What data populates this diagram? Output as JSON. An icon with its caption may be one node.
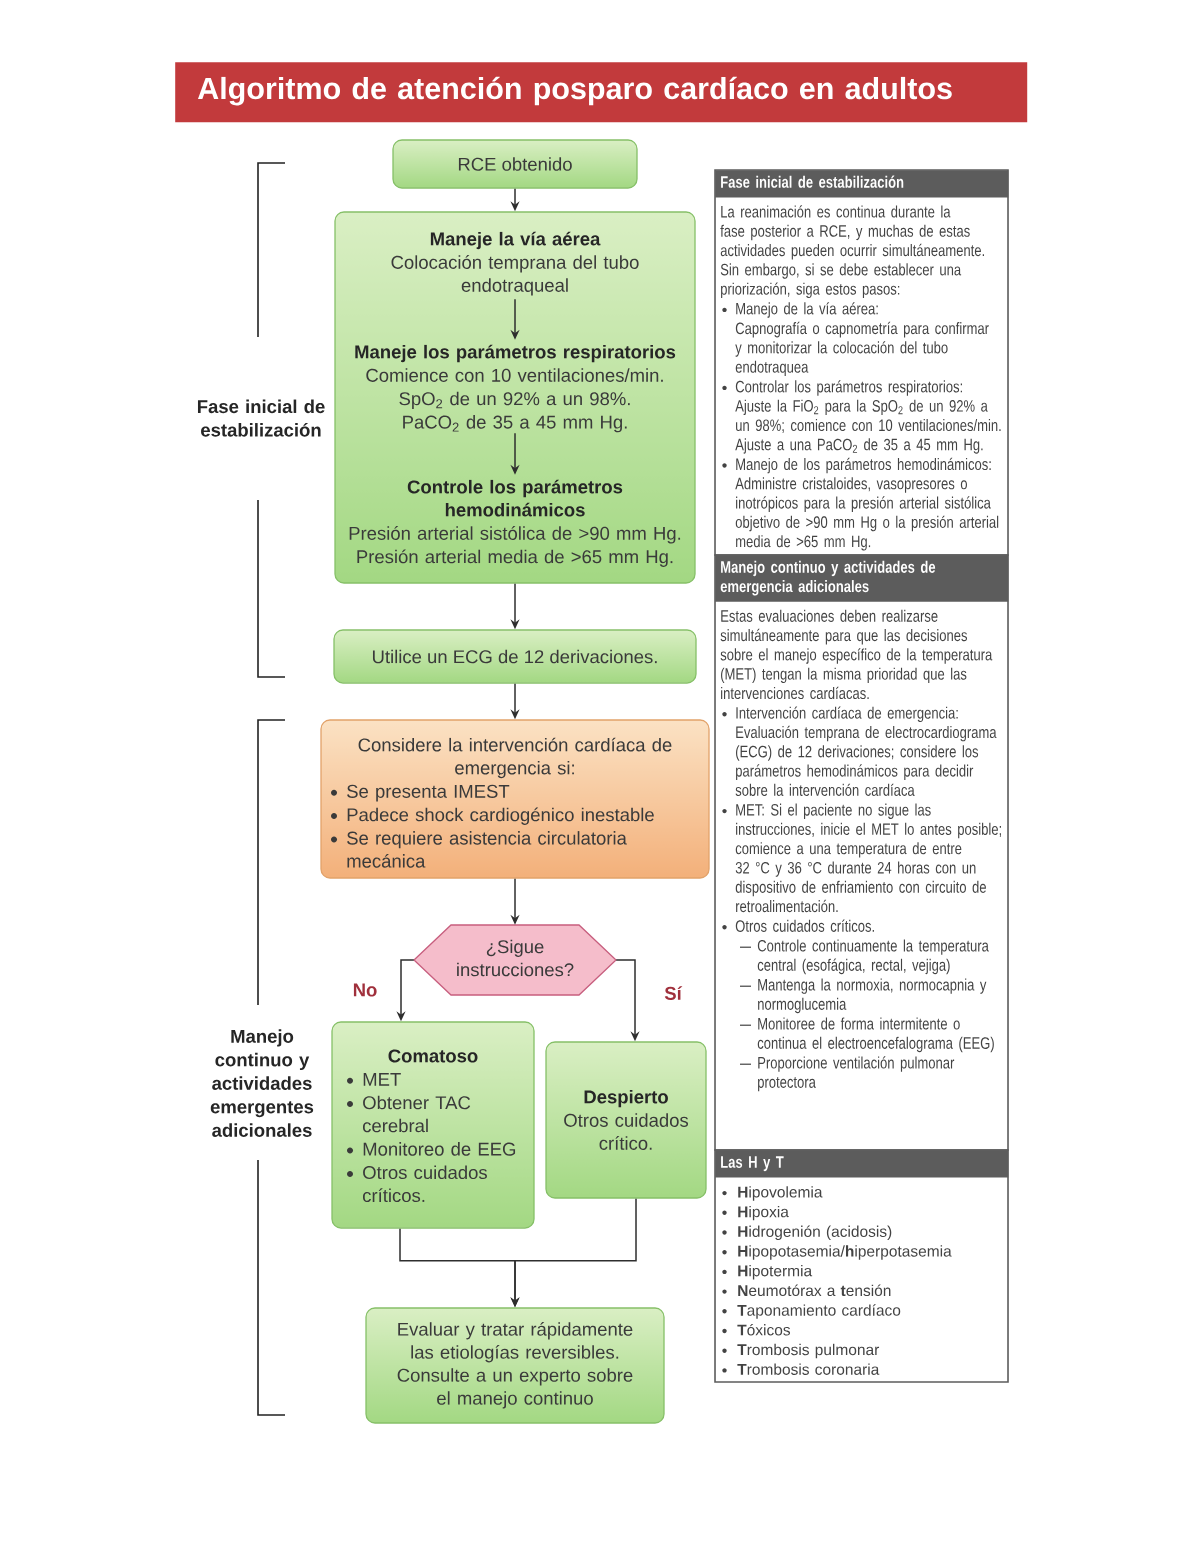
{
  "diagram": {
    "title": "Algoritmo de atención posparo cardíaco en adultos",
    "nodes": [
      {
        "text": [
          "RCE obtenido"
        ]
      },
      {
        "text": [],
        "shape": "box"
      },
      {
        "text": [
          "Maneje la vía aérea",
          "Colocación temprana del tubo endotraqueal"
        ],
        "in": 1
      },
      {
        "text": [
          "Maneje los parámetros respiratorios",
          "Comience con 10 ventilaciones/min.",
          "SpO$_{2}$ de un 92% a un 98%.",
          "PaCO$_{2}$ de 35 a 45 mm Hg."
        ],
        "in": 1
      },
      {
        "text": [
          "Controle los parámetros hemodinámicos",
          "Presión arterial sistólica de >90 mm Hg.",
          "Presión arterial media de >65 mm Hg."
        ],
        "in": 1
      },
      {
        "text": [
          "Utilice un ECG de 12 derivaciones."
        ]
      },
      {
        "text": [
          "Considere la intervención cardíaca de emergencia si:",
          "Se presenta IMEST",
          "Padece shock cardiogénico inestable",
          "Se requiere asistencia circulatoria mecánica"
        ]
      },
      {
        "text": [
          "¿Sigue instrucciones?"
        ]
      },
      {
        "text": [
          "Comatoso",
          "MET",
          "Obtener TAC cerebral",
          "Monitoreo de EEG",
          "Otros cuidados críticos."
        ]
      },
      {
        "text": [
          "Despierto",
          "Otros cuidados crítico."
        ]
      },
      {
        "text": [
          "Evaluar y tratar rápidamente las etiologías reversibles. Consulte a un experto sobre el manejo continuo"
        ]
      },
      {
        "text": [
          "Fase inicial de estabilización",
          "La reanimación es continua durante la fase posterior a RCE, y muchas de estas actividades pueden ocurrir simultáneamente. Sin embargo, si se debe establecer una priorización, siga estos pasos:",
          "Manejo de la vía aérea:",
          "Capnografía o capnometría para confirmar y monitorizar la colocación del tubo endotraquea",
          "Controlar los parámetros respiratorios: Ajuste la FiO$_{2}$ para la SpO$_{2}$ de un 92% a un 98%; comience con 10 ventilaciones/min. Ajuste a una PaCO$_{2}$ de 35 a 45 mm Hg.",
          "Manejo de los parámetros hemodinámicos: Administre cristaloides, vasopresores o inotrópicos para la presión arterial sistólica objetivo de >90 mm Hg o la presión arterial media de >65 mm Hg."
        ]
      },
      {
        "text": [
          "Manejo continuo y actividades de emergencia adicionales",
          "Estas evaluaciones deben realizarse simultáneamente para que las decisiones sobre el manejo específico de la temperatura (MET) tengan la misma prioridad que las intervenciones cardíacas.",
          "Intervención cardíaca de emergencia: Evaluación temprana de electrocardiograma (ECG) de 12 derivaciones; considere los parámetros hemodinámicos para decidir sobre la intervención cardíaca",
          "MET: Si el paciente no sigue las instrucciones, inicie el MET lo antes posible; comience a una temperatura de entre 32 °C y 36 °C durante 24 horas con un dispositivo de enfriamiento con circuito de retroalimentación.",
          "Otros cuidados críticos.",
          "Controle continuamente la temperatura central (esofágica, rectal, vejiga)",
          "Mantenga la normoxia, normocapnia y normoglucemia",
          "Monitoree de forma intermitente o continua el electroencefalograma (EEG)",
          "Proporcione ventilación pulmonar protectora"
        ]
      },
      {
        "text": [
          "Las H y T",
          "**H**ipovolemia",
          "**H**ipoxia",
          "**H**idrogenión (acidosis)",
          "**H**ipopotasemia/**h**iperpotasemia",
          "**H**ipotermia",
          "**N**eumotórax a **t**ensión",
          "**T**aponamiento cardíaco",
          "**T**óxicos",
          "**T**rombosis pulmonar",
          "**T**rombosis coronaria"
        ]
      }
    ],
    "edges": [
      {
        "from": 0,
        "to": 1,
        "arrow": "to"
      },
      {
        "from": 2,
        "to": 3,
        "arrow": "to"
      },
      {
        "from": 3,
        "to": 4,
        "arrow": "to"
      },
      {
        "from": 1,
        "to": 5,
        "arrow": "to"
      },
      {
        "from": 5,
        "to": 6,
        "arrow": "to"
      },
      {
        "from": 6,
        "to": 7,
        "arrow": "to"
      },
      {
        "from": 7,
        "to": 8,
        "arrow": "to",
        "label": "No"
      },
      {
        "from": 7,
        "to": 9,
        "arrow": "to",
        "label": "Sí"
      },
      {
        "from": 8,
        "to": 10,
        "arrow": "to"
      },
      {
        "from": 9,
        "to": 10,
        "arrow": "to"
      }
    ],
    "labels": [
      "Fase inicial de estabilización",
      "Manejo continuo y actividades emergentes adicionales"
    ]
  }
}
